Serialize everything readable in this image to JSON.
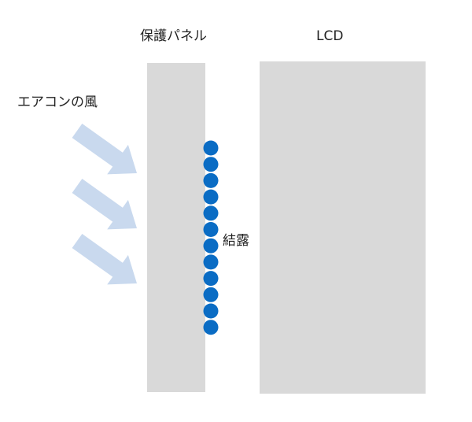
{
  "labels": {
    "panel": "保護パネル",
    "lcd": "LCD",
    "airflow": "エアコンの風",
    "condensation": "結露"
  },
  "colors": {
    "panel_fill": "#d9d9d9",
    "lcd_fill": "#d9d9d9",
    "arrow_fill": "#c9d9ee",
    "droplet_fill": "#0a6cc4"
  },
  "diagram": {
    "arrow_count": 3,
    "droplet_count": 12
  }
}
